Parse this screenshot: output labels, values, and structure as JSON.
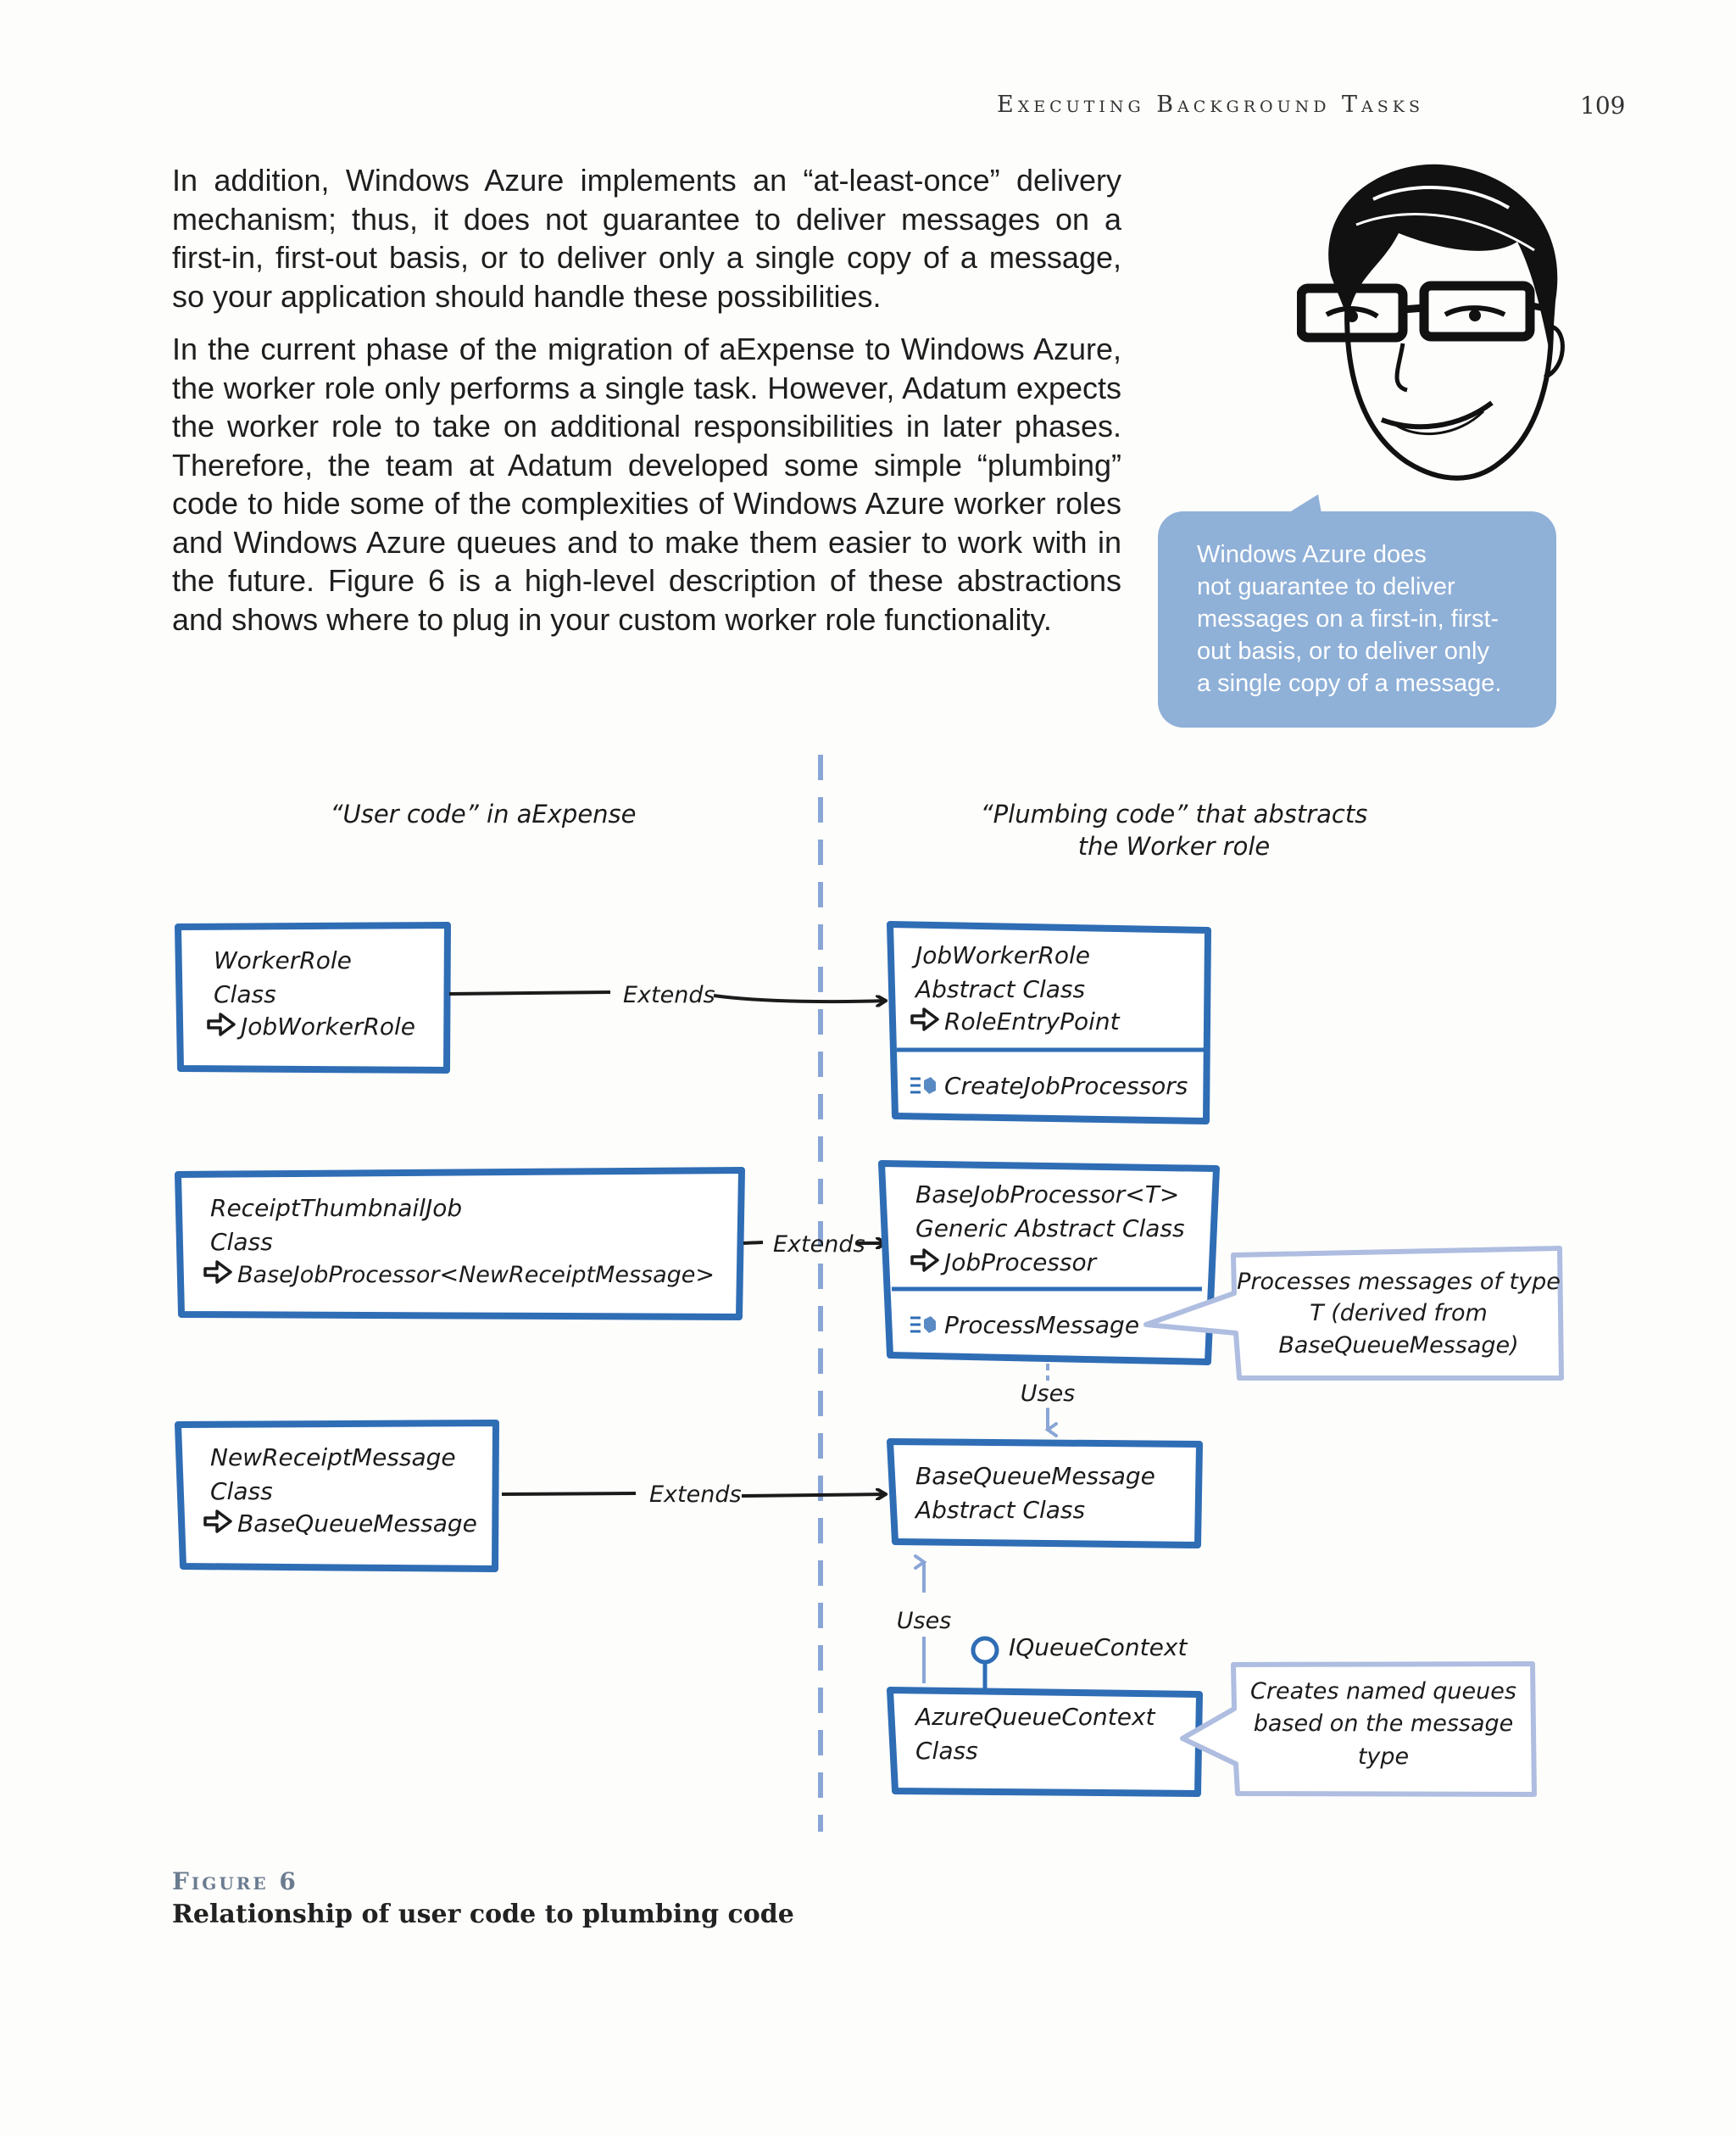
{
  "header": {
    "running_title": "Executing Background Tasks",
    "page_number": "109"
  },
  "paragraphs": [
    "In addition, Windows Azure implements an “at-least-once” delivery mechanism; thus, it does not guarantee to deliver messages on a first-in, first-out basis, or to deliver only a single copy of a message, so your application should handle these possibilities.",
    "In the current phase of the migration of aExpense to Windows Azure, the worker role only performs a single task. However, Adatum expects the worker role to take on additional responsibilities in later phases. Therefore, the team at Adatum developed some simple “plumbing” code to hide some of the complexities of Windows Azure worker roles and Windows Azure queues and to make them easier to work with in the future. Figure 6 is a high-level description of these abstractions and shows where to plug in your custom worker role functionality."
  ],
  "callout": {
    "lines": [
      "Windows Azure does",
      "not guarantee to deliver",
      "messages on a first-in, first-",
      "out basis, or to deliver only",
      "a single copy of a message."
    ]
  },
  "diagram": {
    "left_heading": "“User code” in aExpense",
    "right_heading_1": "“Plumbing code” that abstracts",
    "right_heading_2": "the Worker role",
    "worker_role": {
      "name": "WorkerRole",
      "kind": "Class",
      "base": "JobWorkerRole"
    },
    "job_worker_role": {
      "name": "JobWorkerRole",
      "kind": "Abstract Class",
      "base": "RoleEntryPoint",
      "method": "CreateJobProcessors"
    },
    "receipt_job": {
      "name": "ReceiptThumbnailJob",
      "kind": "Class",
      "base": "BaseJobProcessor<NewReceiptMessage>"
    },
    "base_job_processor": {
      "name": "BaseJobProcessor<T>",
      "kind": "Generic Abstract Class",
      "base": "JobProcessor",
      "method": "ProcessMessage"
    },
    "new_receipt_message": {
      "name": "NewReceiptMessage",
      "kind": "Class",
      "base": "BaseQueueMessage"
    },
    "base_queue_message": {
      "name": "BaseQueueMessage",
      "kind": "Abstract Class"
    },
    "azure_queue_context": {
      "name": "AzureQueueContext",
      "kind": "Class",
      "interface": "IQueueContext"
    },
    "extends_label": "Extends",
    "uses_label": "Uses",
    "note_process": [
      "Processes messages of type",
      "T (derived from",
      "BaseQueueMessage)"
    ],
    "note_queues": [
      "Creates named queues",
      "based on the message",
      "type"
    ]
  },
  "figure": {
    "label": "Figure 6",
    "caption": "Relationship of user code to plumbing code"
  },
  "colors": {
    "box_stroke": "#2f6db5",
    "note_stroke": "#aebde0",
    "divider": "#8aa6d6",
    "callout_bg": "#8fb0d7"
  }
}
